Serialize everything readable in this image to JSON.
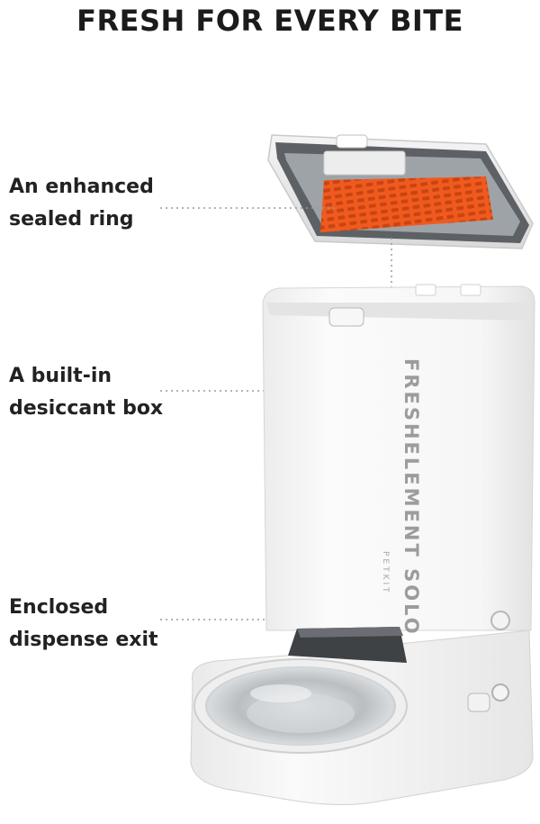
{
  "headline": "FRESH FOR EVERY BITE",
  "callouts": [
    {
      "line1": "An enhanced",
      "line2": "sealed ring"
    },
    {
      "line1": "A built-in",
      "line2": "desiccant box"
    },
    {
      "line1": "Enclosed",
      "line2": "dispense exit"
    }
  ],
  "product": {
    "model": "FRESHELEMENT SOLO",
    "brand": "PETKIT"
  },
  "colors": {
    "accent_orange": "#f05a1e",
    "body_white": "#f7f7f7",
    "steel": "#c9cdd0"
  }
}
